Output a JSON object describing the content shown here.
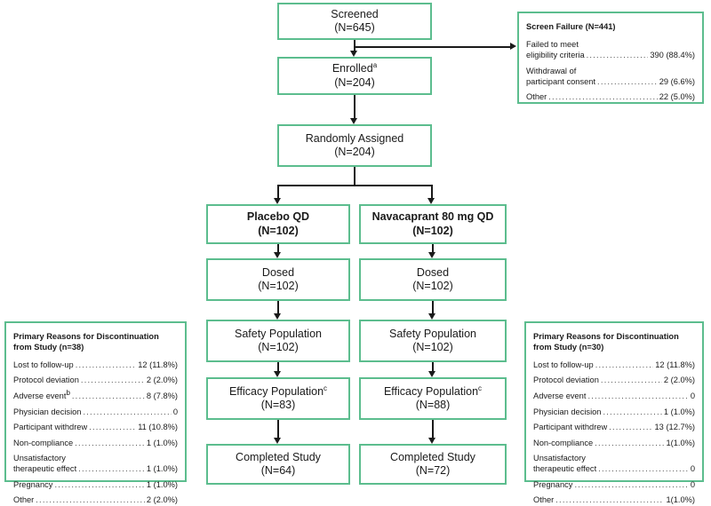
{
  "diagram": {
    "title": "CONSORT participant flow diagram",
    "accent_color": "#5cbd8e",
    "line_color": "#1a1a1a"
  },
  "nodes": {
    "screened": {
      "label": "Screened",
      "count": "(N=645)"
    },
    "enrolled": {
      "label": "Enrolled",
      "sup": "a",
      "count": "(N=204)"
    },
    "randomized": {
      "label": "Randomly Assigned",
      "count": "(N=204)"
    },
    "placebo_arm": {
      "label": "Placebo QD",
      "count": "(N=102)"
    },
    "nav_arm": {
      "label": "Navacaprant 80 mg QD",
      "count": "(N=102)"
    },
    "placebo_dosed": {
      "label": "Dosed",
      "count": "(N=102)"
    },
    "nav_dosed": {
      "label": "Dosed",
      "count": "(N=102)"
    },
    "placebo_safety": {
      "label": "Safety Population",
      "count": "(N=102)"
    },
    "nav_safety": {
      "label": "Safety Population",
      "count": "(N=102)"
    },
    "placebo_efficacy": {
      "label": "Efficacy Population",
      "sup": "c",
      "count": "(N=83)"
    },
    "nav_efficacy": {
      "label": "Efficacy Population",
      "sup": "c",
      "count": "(N=88)"
    },
    "placebo_completed": {
      "label": "Completed Study",
      "count": "(N=64)"
    },
    "nav_completed": {
      "label": "Completed Study",
      "count": "(N=72)"
    }
  },
  "screen_failure": {
    "title": "Screen Failure (N=441)",
    "rows": [
      {
        "label_line1": "Failed to meet",
        "label_line2": "eligibility criteria",
        "value": "390 (88.4%)",
        "two_line": true
      },
      {
        "label_line1": "Withdrawal of",
        "label_line2": "participant consent",
        "value": "29 (6.6%)",
        "two_line": true
      },
      {
        "label": "Other",
        "value": "22 (5.0%)",
        "two_line": false
      }
    ]
  },
  "discontinuation_placebo": {
    "title_line1": "Primary Reasons for Discontinuation",
    "title_line2": "from Study (n=38)",
    "rows": [
      {
        "label": "Lost to follow-up",
        "value": "12 (11.8%)",
        "two_line": false
      },
      {
        "label": "Protocol deviation",
        "value": "2 (2.0%)",
        "two_line": false
      },
      {
        "label": "Adverse event",
        "sup": "b",
        "value": "8 (7.8%)",
        "two_line": false
      },
      {
        "label": "Physician decision",
        "value": "0",
        "two_line": false
      },
      {
        "label": "Participant withdrew",
        "value": "11 (10.8%)",
        "two_line": false
      },
      {
        "label": "Non-compliance",
        "value": "1 (1.0%)",
        "two_line": false
      },
      {
        "label_line1": "Unsatisfactory",
        "label_line2": "therapeutic effect",
        "value": "1 (1.0%)",
        "two_line": true
      },
      {
        "label": "Pregnancy",
        "value": "1 (1.0%)",
        "two_line": false
      },
      {
        "label": "Other",
        "value": "2 (2.0%)",
        "two_line": false
      }
    ]
  },
  "discontinuation_nav": {
    "title_line1": "Primary Reasons for Discontinuation",
    "title_line2": "from Study (n=30)",
    "rows": [
      {
        "label": "Lost to follow-up",
        "value": "12 (11.8%)",
        "two_line": false
      },
      {
        "label": "Protocol deviation",
        "value": "2 (2.0%)",
        "two_line": false
      },
      {
        "label": "Adverse event",
        "value": "0",
        "two_line": false
      },
      {
        "label": "Physician decision",
        "value": "1 (1.0%)",
        "two_line": false
      },
      {
        "label": "Participant withdrew",
        "value": "13 (12.7%)",
        "two_line": false
      },
      {
        "label": "Non-compliance",
        "value": "1(1.0%)",
        "two_line": false
      },
      {
        "label_line1": "Unsatisfactory",
        "label_line2": "therapeutic effect",
        "value": "0",
        "two_line": true
      },
      {
        "label": "Pregnancy",
        "value": "0",
        "two_line": false
      },
      {
        "label": "Other",
        "value": "1(1.0%)",
        "two_line": false
      }
    ]
  }
}
